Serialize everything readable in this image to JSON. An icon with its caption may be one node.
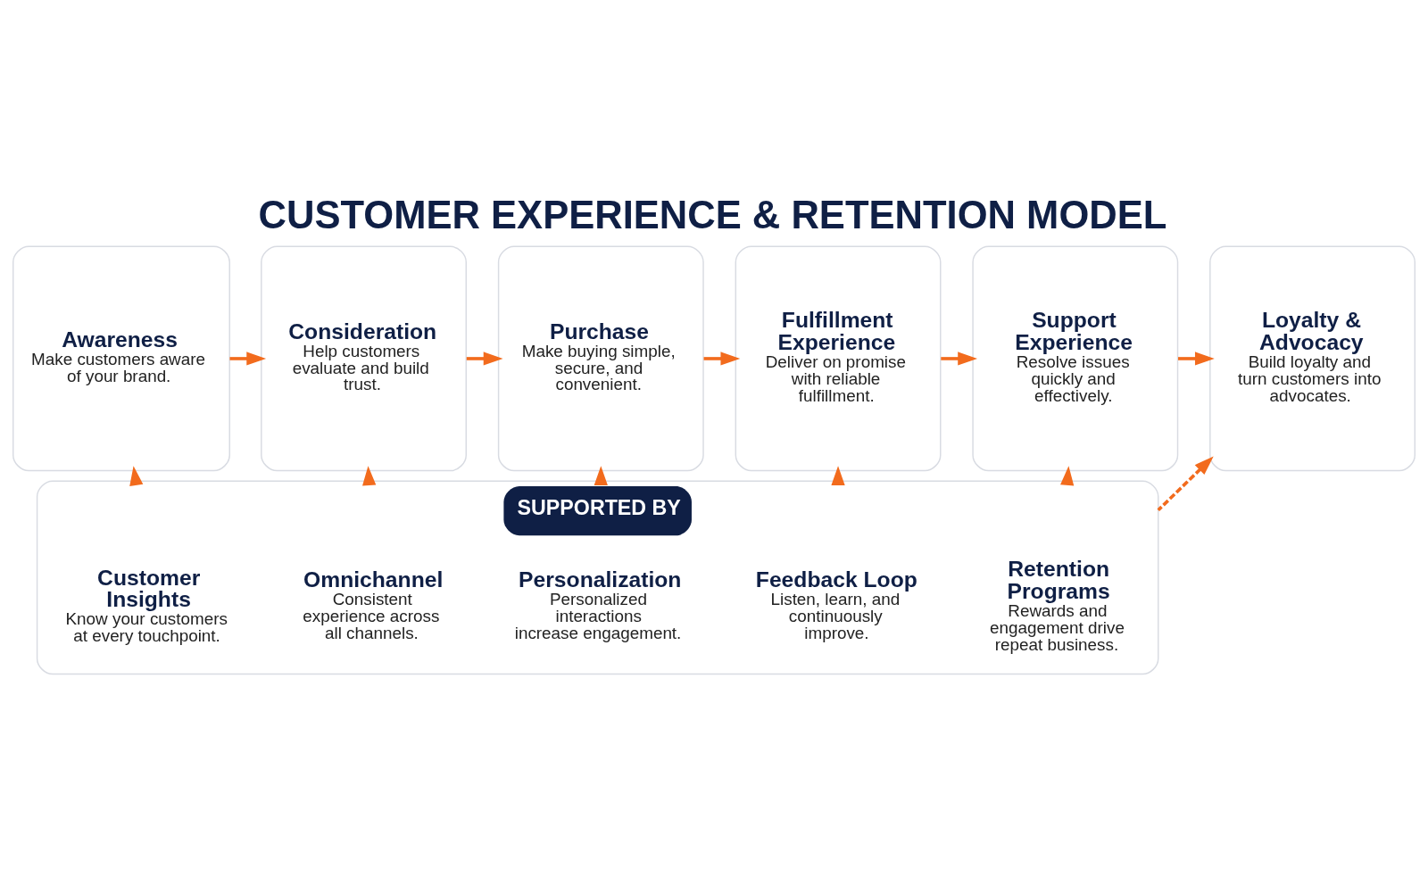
{
  "diagram": {
    "title": "CUSTOMER EXPERIENCE & RETENTION MODEL",
    "nodes": [
      {
        "text": [
          "Awareness",
          "Make customers aware of your brand."
        ]
      },
      {
        "text": [
          "Consideration",
          "Help customers evaluate and build trust."
        ]
      },
      {
        "text": [
          "Purchase",
          "Make buying simple, secure, and convenient."
        ]
      },
      {
        "text": [
          "Fulfillment Experience",
          "Deliver on promise with reliable fulfillment."
        ]
      },
      {
        "text": [
          "Support Experience",
          "Resolve issues quickly and effectively."
        ]
      },
      {
        "text": [
          "Loyalty & Advocacy",
          "Build loyalty and turn customers into advocates."
        ]
      },
      {
        "text": [
          "SUPPORTED BY"
        ]
      },
      {
        "text": [
          "Customer Insights",
          "Know your customers at every touchpoint."
        ],
        "in": 6
      },
      {
        "text": [
          "Omnichannel",
          "Consistent experience across all channels."
        ],
        "in": 6
      },
      {
        "text": [
          "Personalization",
          "Personalized interactions increase engagement."
        ],
        "in": 6
      },
      {
        "text": [
          "Feedback Loop",
          "Listen, learn, and continuously improve."
        ],
        "in": 6
      },
      {
        "text": [
          "Retention Programs",
          "Rewards and engagement drive repeat business."
        ],
        "in": 6
      }
    ],
    "edges": [
      {
        "from": 0,
        "to": 1,
        "arrow": "to"
      },
      {
        "from": 1,
        "to": 2,
        "arrow": "to"
      },
      {
        "from": 2,
        "to": 3,
        "arrow": "to"
      },
      {
        "from": 3,
        "to": 4,
        "arrow": "to"
      },
      {
        "from": 4,
        "to": 5,
        "arrow": "to"
      },
      {
        "from": 6,
        "to": 0,
        "arrow": "to",
        "style": "dashed"
      },
      {
        "from": 6,
        "to": 1,
        "arrow": "to",
        "style": "dashed"
      },
      {
        "from": 6,
        "to": 2,
        "arrow": "to",
        "style": "dashed"
      },
      {
        "from": 6,
        "to": 3,
        "arrow": "to",
        "style": "dashed"
      },
      {
        "from": 6,
        "to": 4,
        "arrow": "to",
        "style": "dashed"
      },
      {
        "from": 6,
        "to": 5,
        "arrow": "to",
        "style": "dashed"
      }
    ]
  }
}
